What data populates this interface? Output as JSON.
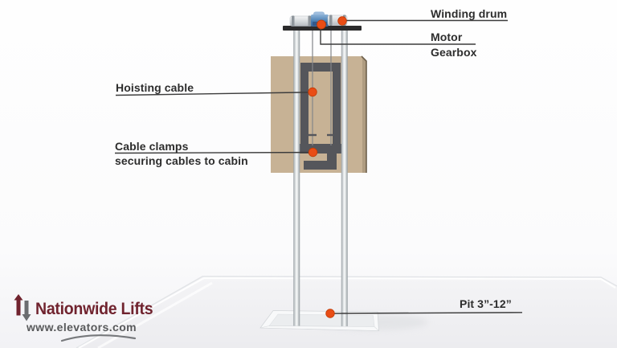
{
  "labels": {
    "winding_drum": "Winding drum",
    "motor": "Motor",
    "gearbox": "Gearbox",
    "hoisting_cable": "Hoisting cable",
    "cable_clamps_1": "Cable clamps",
    "cable_clamps_2": "securing cables to cabin",
    "pit": "Pit 3”-12”"
  },
  "logo": {
    "name": "Nationwide Lifts",
    "website": "www.elevators.com",
    "icon": "up-down-arrows-icon"
  },
  "icons": {
    "marker": "orange-dot-marker",
    "logo_mark": "up-down-arrows-icon"
  },
  "colors": {
    "marker_orange": "#e94d15",
    "leader_line": "#3c3c3c",
    "label_text": "#2d2d2d",
    "cabin_tan": "#c7b295",
    "cabin_edge": "#6e604c",
    "frame_gray": "#55565b",
    "cable_gray": "#84868a",
    "beam_dark": "#2b2b2c",
    "motor_blue": "#447ab0",
    "logo_maroon": "#70232e",
    "logo_gray": "#58595b"
  }
}
